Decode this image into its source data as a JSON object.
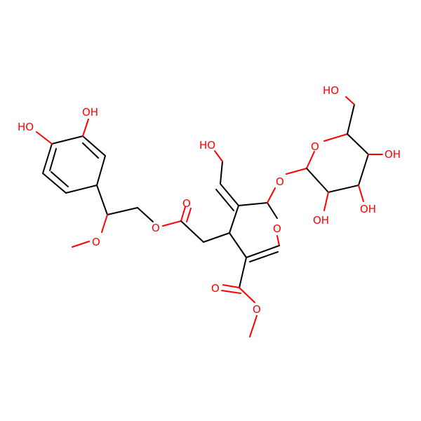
{
  "molecule": {
    "atom_color_oxygen": "#ff0000",
    "bond_color": "#000000",
    "background": "#ffffff",
    "labels": {
      "ho_catechol_1": "OH",
      "ho_catechol_2": "HO",
      "methoxy_o": "O",
      "ester_o": "O",
      "carbonyl_o_acetate": "O",
      "ring_o": "O",
      "ho_vinyl": "HO",
      "glycoside_o": "O",
      "sugar_ring_o": "O",
      "sugar_oh_1": "OH",
      "sugar_oh_2": "OH",
      "sugar_oh_3": "OH",
      "sugar_ho_ch2": "HO",
      "ester_carbonyl_o": "O",
      "ester_methoxy_o": "O"
    }
  }
}
